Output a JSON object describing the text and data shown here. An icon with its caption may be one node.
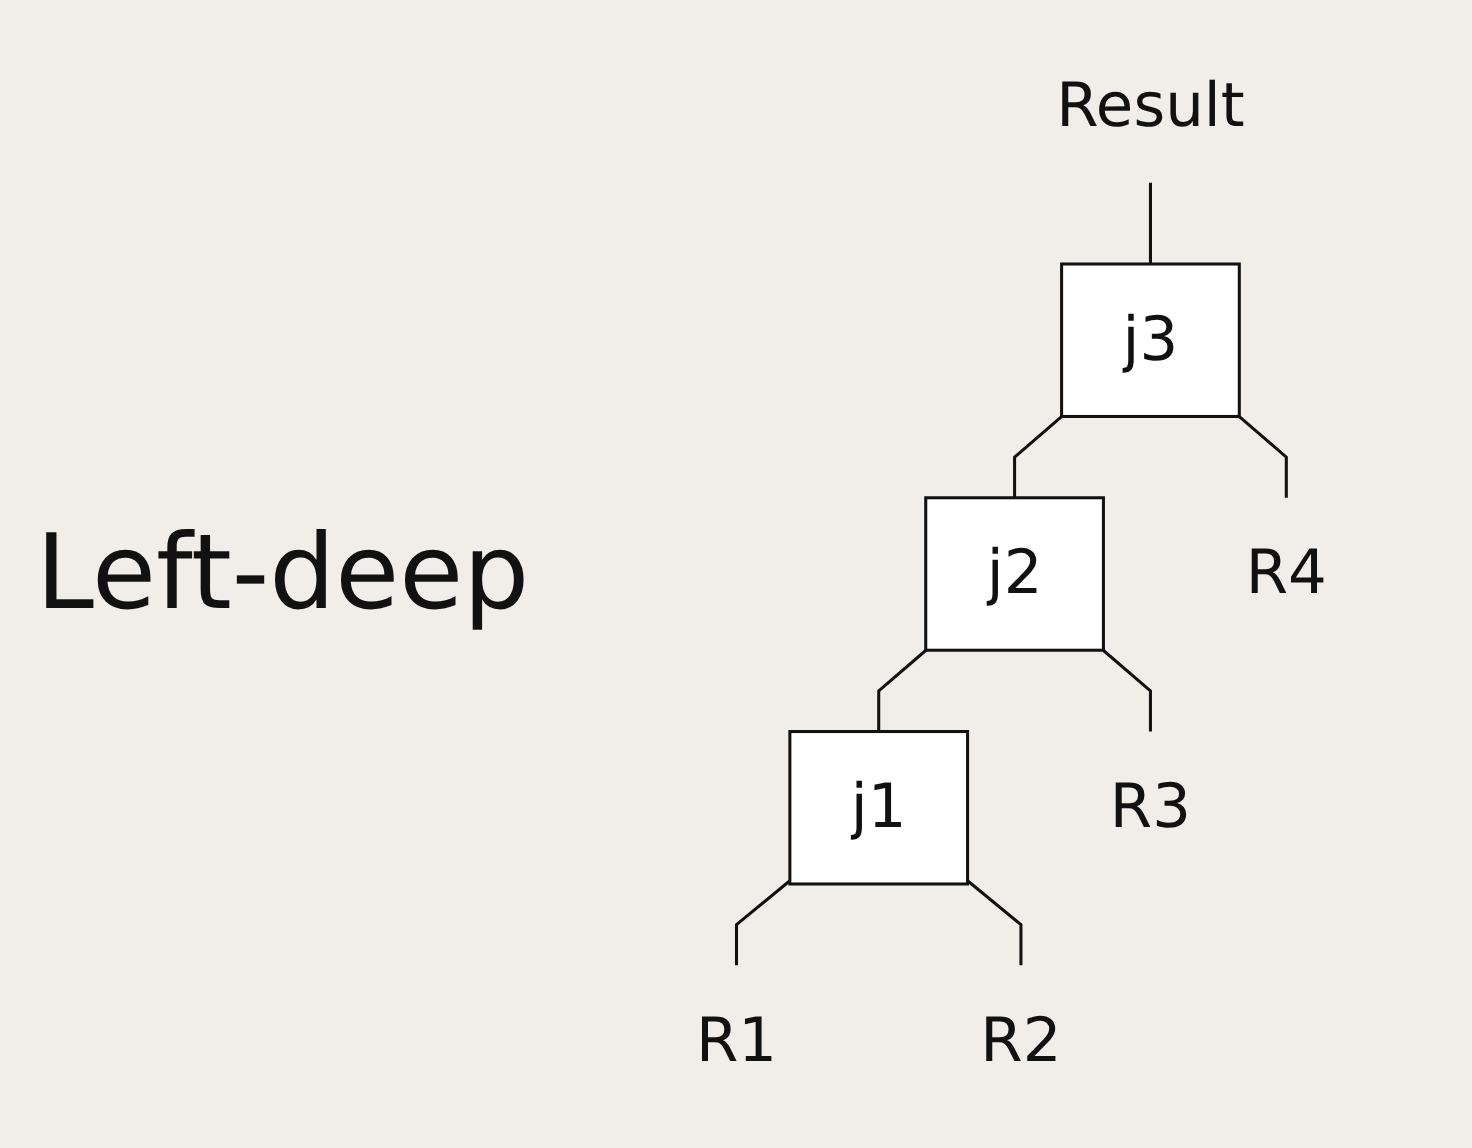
{
  "diagram": {
    "title": "Left-deep",
    "nodes": [
      {
        "text": [
          "Result"
        ]
      },
      {
        "text": [
          "j3"
        ]
      },
      {
        "text": [
          "j2"
        ]
      },
      {
        "text": [
          "R4"
        ]
      },
      {
        "text": [
          "j1"
        ]
      },
      {
        "text": [
          "R3"
        ]
      },
      {
        "text": [
          "R1"
        ]
      },
      {
        "text": [
          "R2"
        ]
      }
    ],
    "edges": [
      {
        "from": 0,
        "to": 1,
        "arrow": "none"
      },
      {
        "from": 1,
        "to": 2,
        "arrow": "none"
      },
      {
        "from": 1,
        "to": 3,
        "arrow": "none"
      },
      {
        "from": 2,
        "to": 4,
        "arrow": "none"
      },
      {
        "from": 2,
        "to": 5,
        "arrow": "none"
      },
      {
        "from": 4,
        "to": 6,
        "arrow": "none"
      },
      {
        "from": 4,
        "to": 7,
        "arrow": "none"
      }
    ]
  }
}
